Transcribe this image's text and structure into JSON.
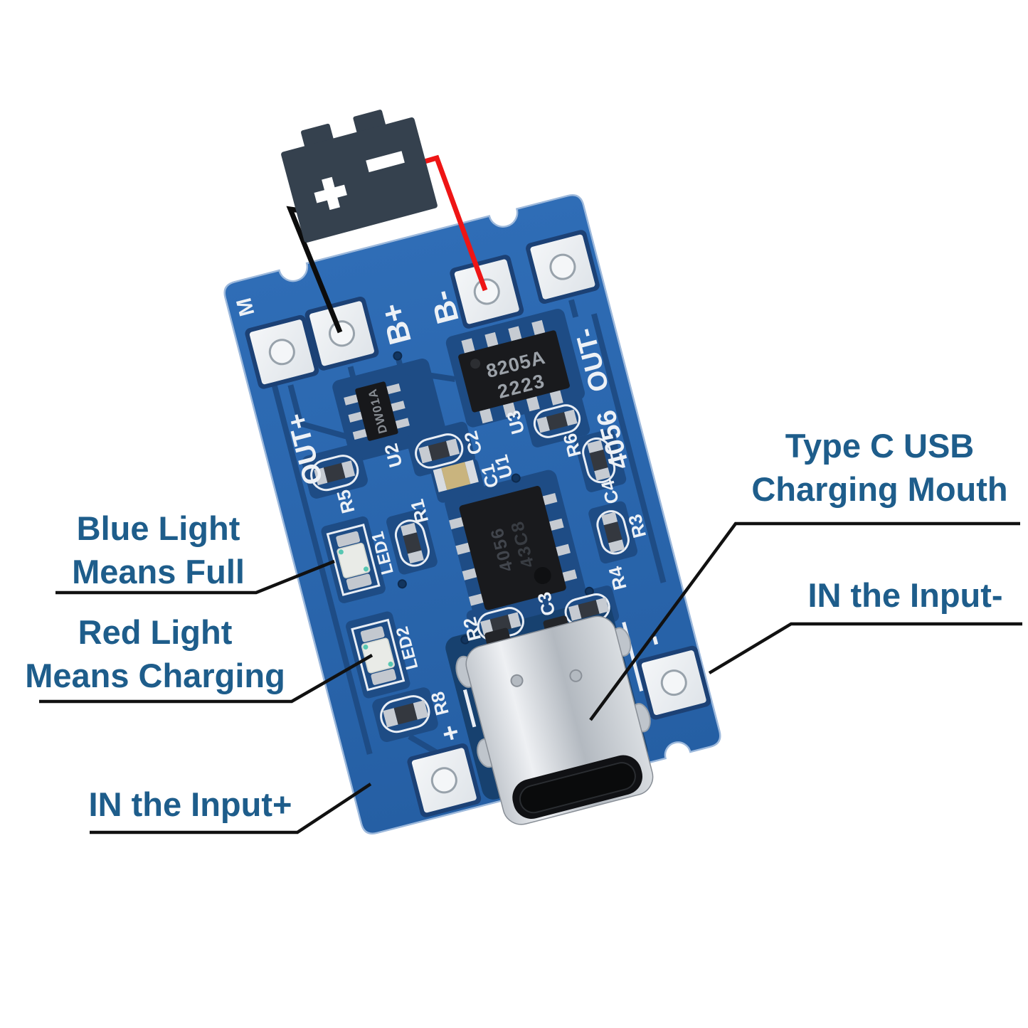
{
  "annotations": {
    "blue_light": {
      "line1": "Blue Light",
      "line2": "Means Full"
    },
    "red_light": {
      "line1": "Red Light",
      "line2": "Means Charging"
    },
    "input_plus": {
      "label": "IN the Input+"
    },
    "type_c": {
      "line1": "Type C USB",
      "line2": "Charging Mouth"
    },
    "input_minus": {
      "label": "IN the Input-"
    }
  },
  "board": {
    "silk": {
      "m": "M",
      "b_plus": "B+",
      "b_minus": "B-",
      "out_plus": "OUT+",
      "out_minus": "OUT-",
      "model": "4056",
      "u1": "U1",
      "u2": "U2",
      "u3": "U3",
      "c1": "C1",
      "c2": "C2",
      "c3": "C3",
      "c4": "C4",
      "r1": "R1",
      "r2": "R2",
      "r3": "R3",
      "r4": "R4",
      "r5": "R5",
      "r6": "R6",
      "r8": "R8",
      "led1": "LED1",
      "led2": "LED2",
      "in_plus": "+",
      "in_minus": "-"
    },
    "chips": {
      "protection_line1": "8205A",
      "protection_line2": "2223",
      "battery_protect": "DW01A",
      "charger_line1": "4056",
      "charger_line2": "43C8"
    }
  },
  "icons": {
    "battery": "battery-icon",
    "battery_plus": "plus-symbol",
    "battery_minus": "minus-symbol",
    "usb": "type-c-connector"
  },
  "colors": {
    "pcb": "#2a66ad",
    "pcb_dark": "#1e4c85",
    "silkscreen": "#edf1f6",
    "battery": "#35414e",
    "wire_red": "#ee1515",
    "wire_black": "#0c0c0c",
    "annotation_text": "#1e5d8b",
    "callout_line": "#111111"
  }
}
